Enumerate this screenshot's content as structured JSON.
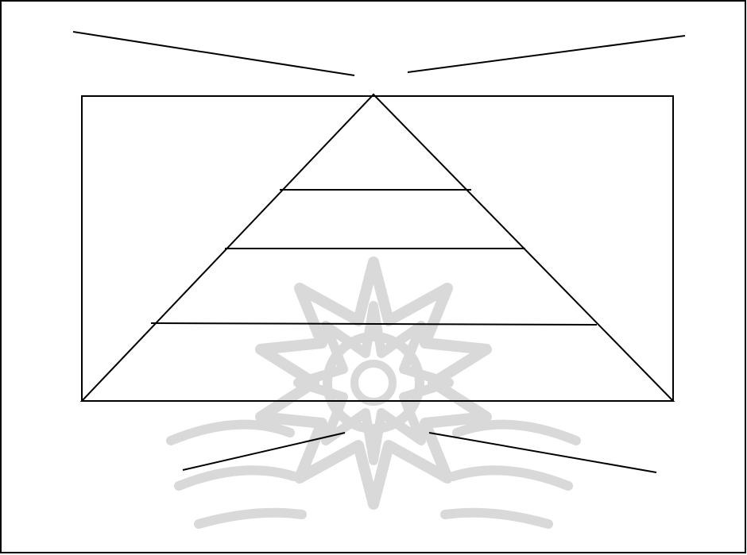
{
  "diagram": {
    "type": "pyramid",
    "levels": 4,
    "labels": [],
    "stroke_color": "#000000",
    "background_color": "#ffffff",
    "watermark": {
      "kind": "ornamental-star-rosette",
      "color": "#d9d9d9"
    }
  }
}
